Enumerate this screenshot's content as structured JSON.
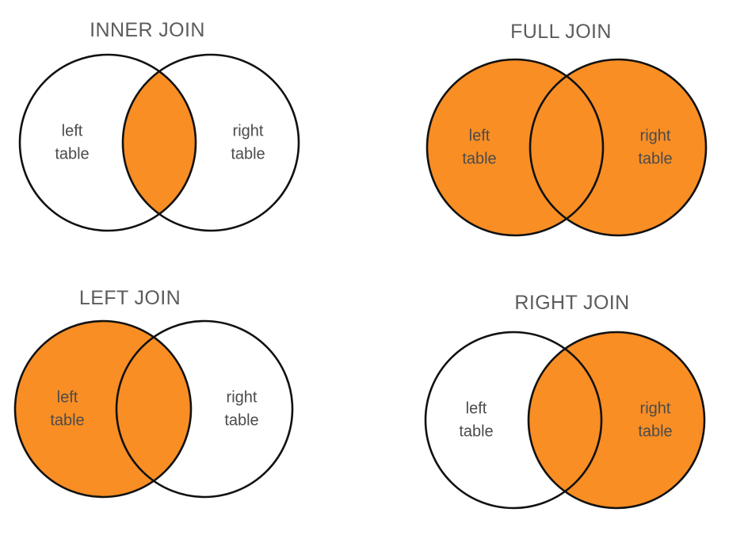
{
  "page": {
    "background_color": "#ffffff",
    "accent_color": "#f98e24",
    "outline_color": "#111111",
    "title_color": "#5c5c5c",
    "label_color": "#4b4b4b"
  },
  "diagram": {
    "type": "venn",
    "circle_labels": {
      "left": "left\ntable",
      "right": "right\ntable"
    },
    "panels": [
      {
        "id": "inner-join",
        "title": "INNER JOIN",
        "left_label_line1": "left",
        "left_label_line2": "table",
        "right_label_line1": "right",
        "right_label_line2": "table",
        "highlighted_regions": [
          "intersection"
        ],
        "left_circle_filled": false,
        "right_circle_filled": false,
        "intersection_filled": true
      },
      {
        "id": "full-join",
        "title": "FULL JOIN",
        "left_label_line1": "left",
        "left_label_line2": "table",
        "right_label_line1": "right",
        "right_label_line2": "table",
        "highlighted_regions": [
          "left-only",
          "intersection",
          "right-only"
        ],
        "left_circle_filled": true,
        "right_circle_filled": true,
        "intersection_filled": true
      },
      {
        "id": "left-join",
        "title": "LEFT JOIN",
        "left_label_line1": "left",
        "left_label_line2": "table",
        "right_label_line1": "right",
        "right_label_line2": "table",
        "highlighted_regions": [
          "left-only",
          "intersection"
        ],
        "left_circle_filled": true,
        "right_circle_filled": false,
        "intersection_filled": true
      },
      {
        "id": "right-join",
        "title": "RIGHT JOIN",
        "left_label_line1": "left",
        "left_label_line2": "table",
        "right_label_line1": "right",
        "right_label_line2": "table",
        "highlighted_regions": [
          "intersection",
          "right-only"
        ],
        "left_circle_filled": false,
        "right_circle_filled": true,
        "intersection_filled": true
      }
    ]
  }
}
